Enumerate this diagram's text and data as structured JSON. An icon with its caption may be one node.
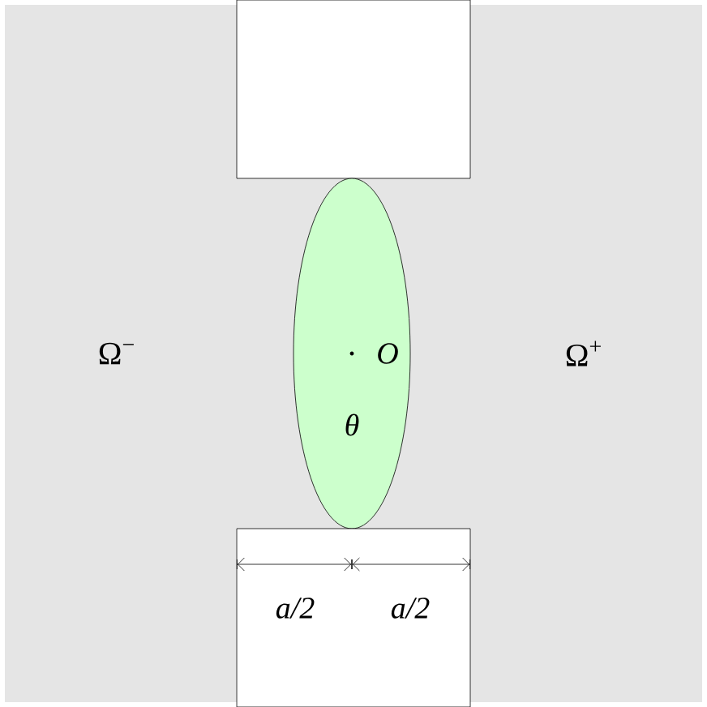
{
  "diagram": {
    "nodes": [
      {
        "text": [],
        "shape": "box"
      },
      {
        "text": [
          "O",
          "θ"
        ]
      },
      {
        "text": [],
        "shape": "box"
      }
    ],
    "labels": [
      "Ω$^{−}$",
      "Ω$^{+}$",
      "a/2",
      "a/2"
    ]
  }
}
